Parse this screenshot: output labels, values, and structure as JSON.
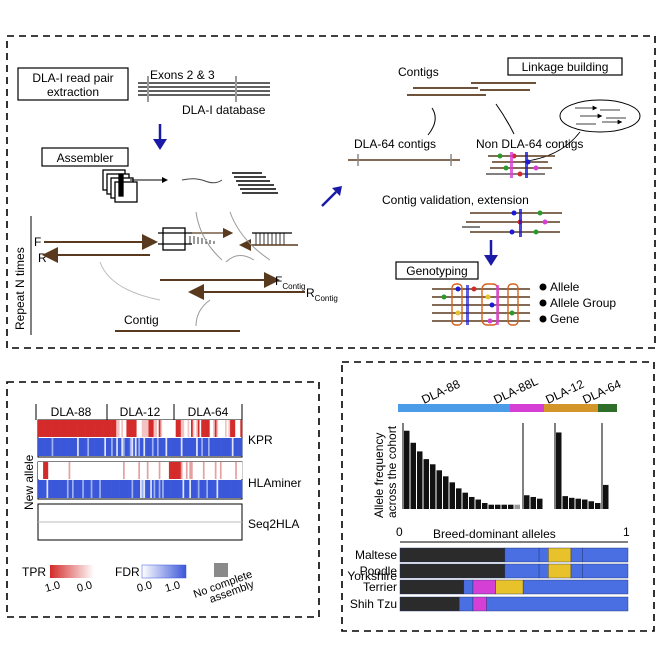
{
  "pipeline": {
    "read_pair_box": {
      "line1": "DLA-I read pair",
      "line2": "extraction"
    },
    "exons_label": "Exons 2 & 3",
    "database_label": "DLA-I database",
    "assembler_label": "Assembler",
    "repeat_label": "Repeat N times",
    "f_label": "F",
    "r_label": "R",
    "f_contig": {
      "main": "F",
      "sub": "Contig"
    },
    "r_contig": {
      "main": "R",
      "sub": "Contig"
    },
    "contig_label": "Contig",
    "contigs_label": "Contigs",
    "linkage_label": "Linkage building",
    "dla64_contigs": "DLA-64 contigs",
    "non_dla64_contigs": "Non DLA-64 contigs",
    "validation_label": "Contig validation, extension",
    "genotyping_label": "Genotyping",
    "legend": [
      "Allele",
      "Allele Group",
      "Gene"
    ],
    "colors": {
      "arrow_blue": "#1a1aa6",
      "contig_brown": "#5a3a1e",
      "ring_orange": "#d4601c"
    }
  },
  "comparison": {
    "groups": [
      "DLA-88",
      "DLA-12",
      "DLA-64"
    ],
    "side_label": "New allele",
    "rows": [
      "KPR",
      "HLAminer",
      "Seq2HLA"
    ],
    "legend": {
      "tpr_label": "TPR",
      "tpr_ticks": [
        "1.0",
        "0.0"
      ],
      "fdr_label": "FDR",
      "fdr_ticks": [
        "0.0",
        "1.0"
      ],
      "na_line1": "No complete",
      "na_line2": "assembly"
    },
    "colors": {
      "tpr": "#d42a2a",
      "fdr": "#3b57d9",
      "na": "#8a8a8a"
    }
  },
  "frequency": {
    "genes": [
      "DLA-88",
      "DLA-88L",
      "DLA-12",
      "DLA-64"
    ],
    "gene_colors": [
      "#4a9be8",
      "#d63fd6",
      "#d4952a",
      "#2e6e2a"
    ],
    "ylabel_line1": "Allele frequency",
    "ylabel_line2": "across the cohort",
    "axis_min": "0",
    "axis_max": "1",
    "breed_title": "Breed-dominant alleles",
    "breeds": [
      {
        "name_lines": [
          "Maltese"
        ],
        "segments": [
          {
            "v": 0.46,
            "c": "#2b2b2b"
          },
          {
            "v": 0.15,
            "c": "#4a6fe3"
          },
          {
            "v": 0.04,
            "c": "#4a6fe3"
          },
          {
            "v": 0.1,
            "c": "#e8c22a"
          },
          {
            "v": 0.05,
            "c": "#4a6fe3"
          },
          {
            "v": 0.2,
            "c": "#4a6fe3"
          }
        ]
      },
      {
        "name_lines": [
          "Poodle"
        ],
        "segments": [
          {
            "v": 0.46,
            "c": "#2b2b2b"
          },
          {
            "v": 0.15,
            "c": "#4a6fe3"
          },
          {
            "v": 0.04,
            "c": "#4a6fe3"
          },
          {
            "v": 0.1,
            "c": "#e8c22a"
          },
          {
            "v": 0.05,
            "c": "#4a6fe3"
          },
          {
            "v": 0.2,
            "c": "#4a6fe3"
          }
        ]
      },
      {
        "name_lines": [
          "Yorkshire",
          "Terrier"
        ],
        "segments": [
          {
            "v": 0.28,
            "c": "#2b2b2b"
          },
          {
            "v": 0.04,
            "c": "#4a6fe3"
          },
          {
            "v": 0.1,
            "c": "#d63fd6"
          },
          {
            "v": 0.12,
            "c": "#e8c22a"
          },
          {
            "v": 0.46,
            "c": "#4a6fe3"
          }
        ]
      },
      {
        "name_lines": [
          "Shih Tzu"
        ],
        "segments": [
          {
            "v": 0.26,
            "c": "#2b2b2b"
          },
          {
            "v": 0.06,
            "c": "#4a6fe3"
          },
          {
            "v": 0.06,
            "c": "#d63fd6"
          },
          {
            "v": 0.62,
            "c": "#4a6fe3"
          }
        ]
      }
    ]
  },
  "chart_data": {
    "type": "bar",
    "title": "",
    "xlabel": "",
    "ylabel": "Allele frequency across the cohort",
    "series": [
      {
        "name": "DLA-88",
        "values": [
          0.91,
          0.77,
          0.67,
          0.58,
          0.52,
          0.45,
          0.38,
          0.31,
          0.24,
          0.19,
          0.14,
          0.11,
          0.07,
          0.05,
          0.05,
          0.05,
          0.05,
          0.05
        ]
      },
      {
        "name": "DLA-88L",
        "values": [
          0.16,
          0.14,
          0.12
        ]
      },
      {
        "name": "DLA-12",
        "values": [
          0.89,
          0.15,
          0.13,
          0.12,
          0.11,
          0.09,
          0.07
        ]
      },
      {
        "name": "DLA-64",
        "values": [
          0.28
        ]
      }
    ],
    "ylim": [
      0,
      1
    ]
  }
}
